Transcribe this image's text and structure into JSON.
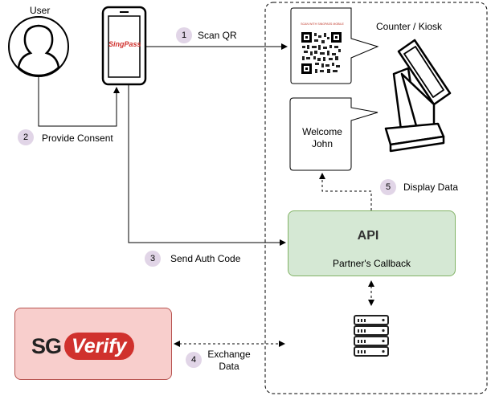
{
  "user": {
    "label": "User"
  },
  "phone": {
    "brand": "SingPass"
  },
  "kiosk": {
    "label": "Counter / Kiosk"
  },
  "qr": {
    "header": "SCAN WITH SINGPASS MOBILE"
  },
  "welcome": {
    "line1": "Welcome",
    "line2": "John"
  },
  "callback": {
    "api": "API",
    "label": "Partner's Callback"
  },
  "server": {
    "label": "Server"
  },
  "sgverify": {
    "logo_sg": "SG",
    "logo_verify": "Verify"
  },
  "steps": [
    {
      "num": "1",
      "label": "Scan QR"
    },
    {
      "num": "2",
      "label": "Provide Consent"
    },
    {
      "num": "3",
      "label": "Send Auth Code"
    },
    {
      "num": "4",
      "label_line1": "Exchange",
      "label_line2": "Data"
    },
    {
      "num": "5",
      "label": "Display Data"
    }
  ],
  "colors": {
    "step_badge": "#e1d5e7",
    "callback_fill": "#d5e8d4",
    "callback_border": "#82b366",
    "server_fill": "#dae8fc",
    "server_border": "#6c8ebf",
    "sgverify_fill": "#f8cecc",
    "sgverify_border": "#b85450",
    "brand_red": "#d0312d"
  }
}
